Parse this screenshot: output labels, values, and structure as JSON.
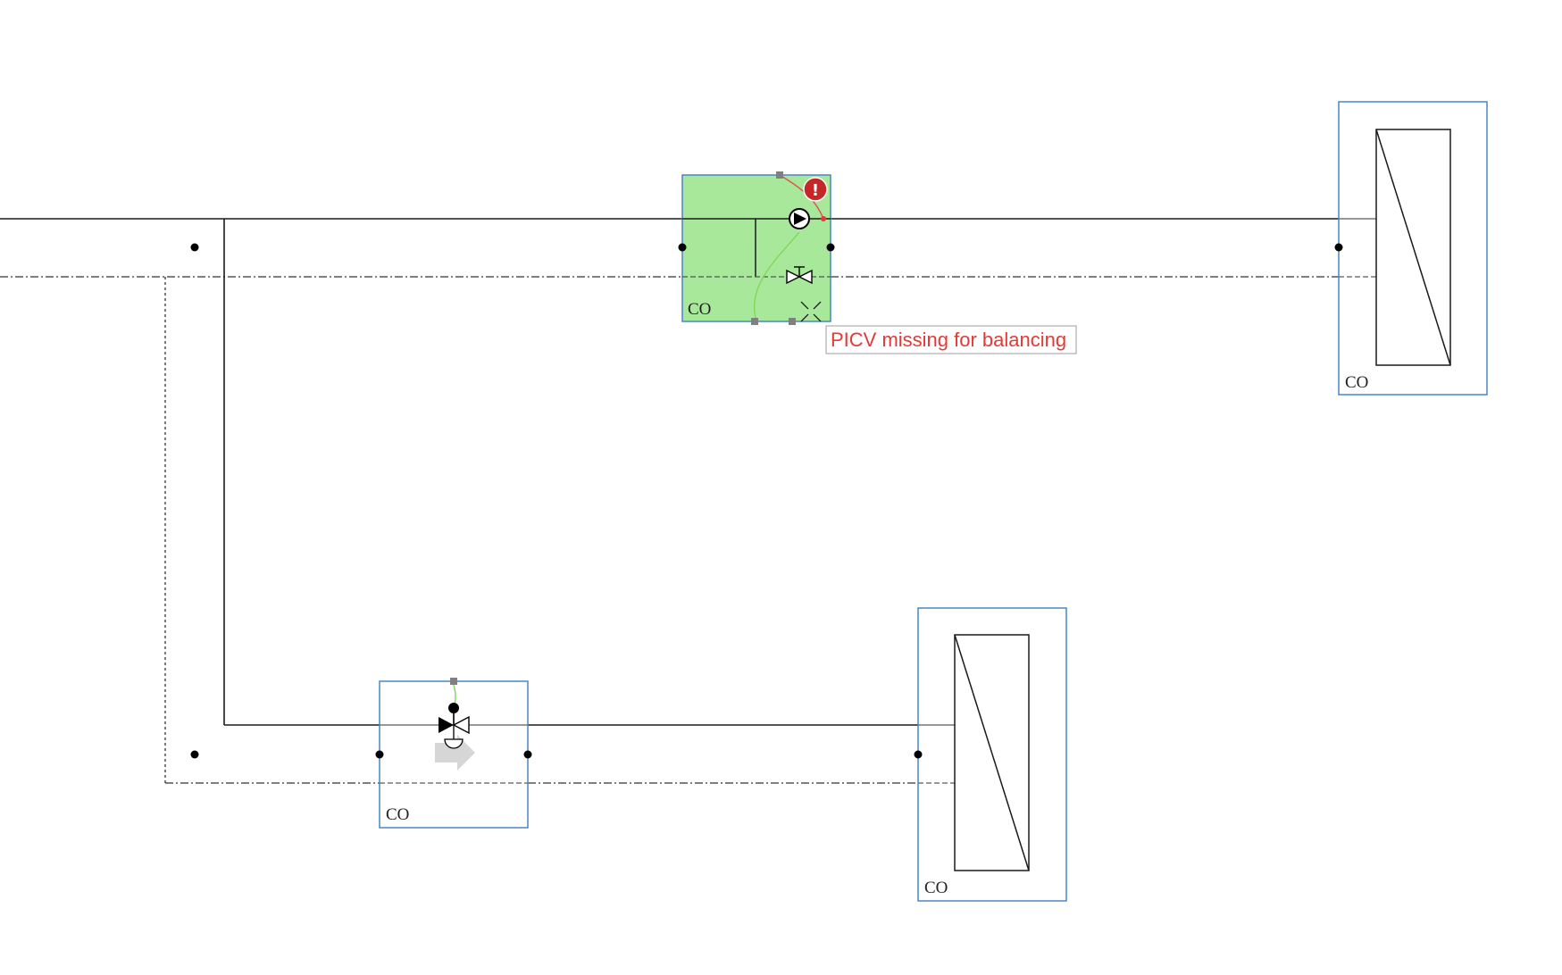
{
  "diagram": {
    "nodes": {
      "pump_module": {
        "label": "CO"
      },
      "radiator_top": {
        "label": "CO"
      },
      "valve_module": {
        "label": "CO"
      },
      "radiator_bottom": {
        "label": "CO"
      }
    },
    "warning": {
      "text": "PICV missing for balancing",
      "glyph": "!"
    },
    "icons": {
      "pump": "pump-icon",
      "balancing_valve": "balancing-valve-icon",
      "three_way_valve": "three-way-valve-icon",
      "actuator": "actuator-icon",
      "flow_arrow": "flow-arrow-icon",
      "open_port": "open-port-icon",
      "warning": "warning-icon",
      "radiator": "radiator-icon"
    }
  },
  "colors": {
    "pipe": "#1a1a1a",
    "return_pipe": "#555555",
    "selection_border": "#4a86c8",
    "selected_fill": "#a8e89a",
    "warning_red": "#c62828",
    "warning_text": "#e53935",
    "control_link": "#7ed957",
    "port_handle": "#808080"
  }
}
